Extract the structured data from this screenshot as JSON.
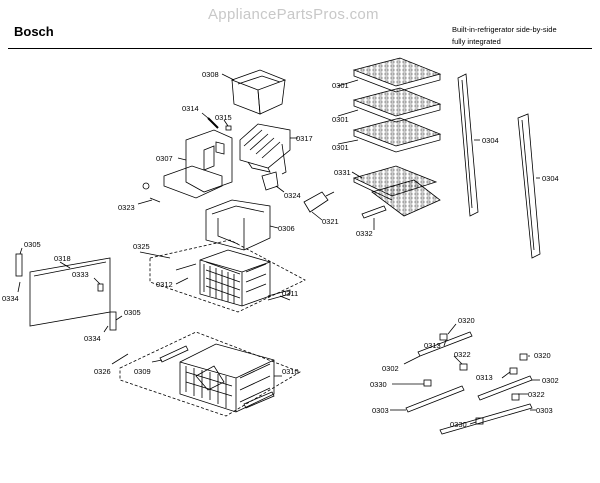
{
  "header": {
    "brand": "Bosch",
    "watermark": "AppliancePartsPros.com",
    "description_line1": "Built-in-refrigerator side-by-side",
    "description_line2": "fully integrated"
  },
  "callouts": {
    "c0308": "0308",
    "c0314": "0314",
    "c0315": "0315",
    "c0317": "0317",
    "c0307": "0307",
    "c0324": "0324",
    "c0323": "0323",
    "c0321": "0321",
    "c0306": "0306",
    "c0325": "0325",
    "c0312": "0312",
    "c0311": "0311",
    "c0305a": "0305",
    "c0318": "0318",
    "c0333": "0333",
    "c0334a": "0334",
    "c0305b": "0305",
    "c0334b": "0334",
    "c0326": "0326",
    "c0309": "0309",
    "c0310": "0310",
    "c0301a": "0301",
    "c0301b": "0301",
    "c0301c": "0301",
    "c0331": "0331",
    "c0332": "0332",
    "c0304a": "0304",
    "c0304b": "0304",
    "c0320a": "0320",
    "c0313a": "0313",
    "c0302a": "0302",
    "c0322a": "0322",
    "c0330a": "0330",
    "c0303a": "0303",
    "c0320b": "0320",
    "c0313b": "0313",
    "c0302b": "0302",
    "c0322b": "0322",
    "c0303b": "0303",
    "c0330b": "0330"
  }
}
